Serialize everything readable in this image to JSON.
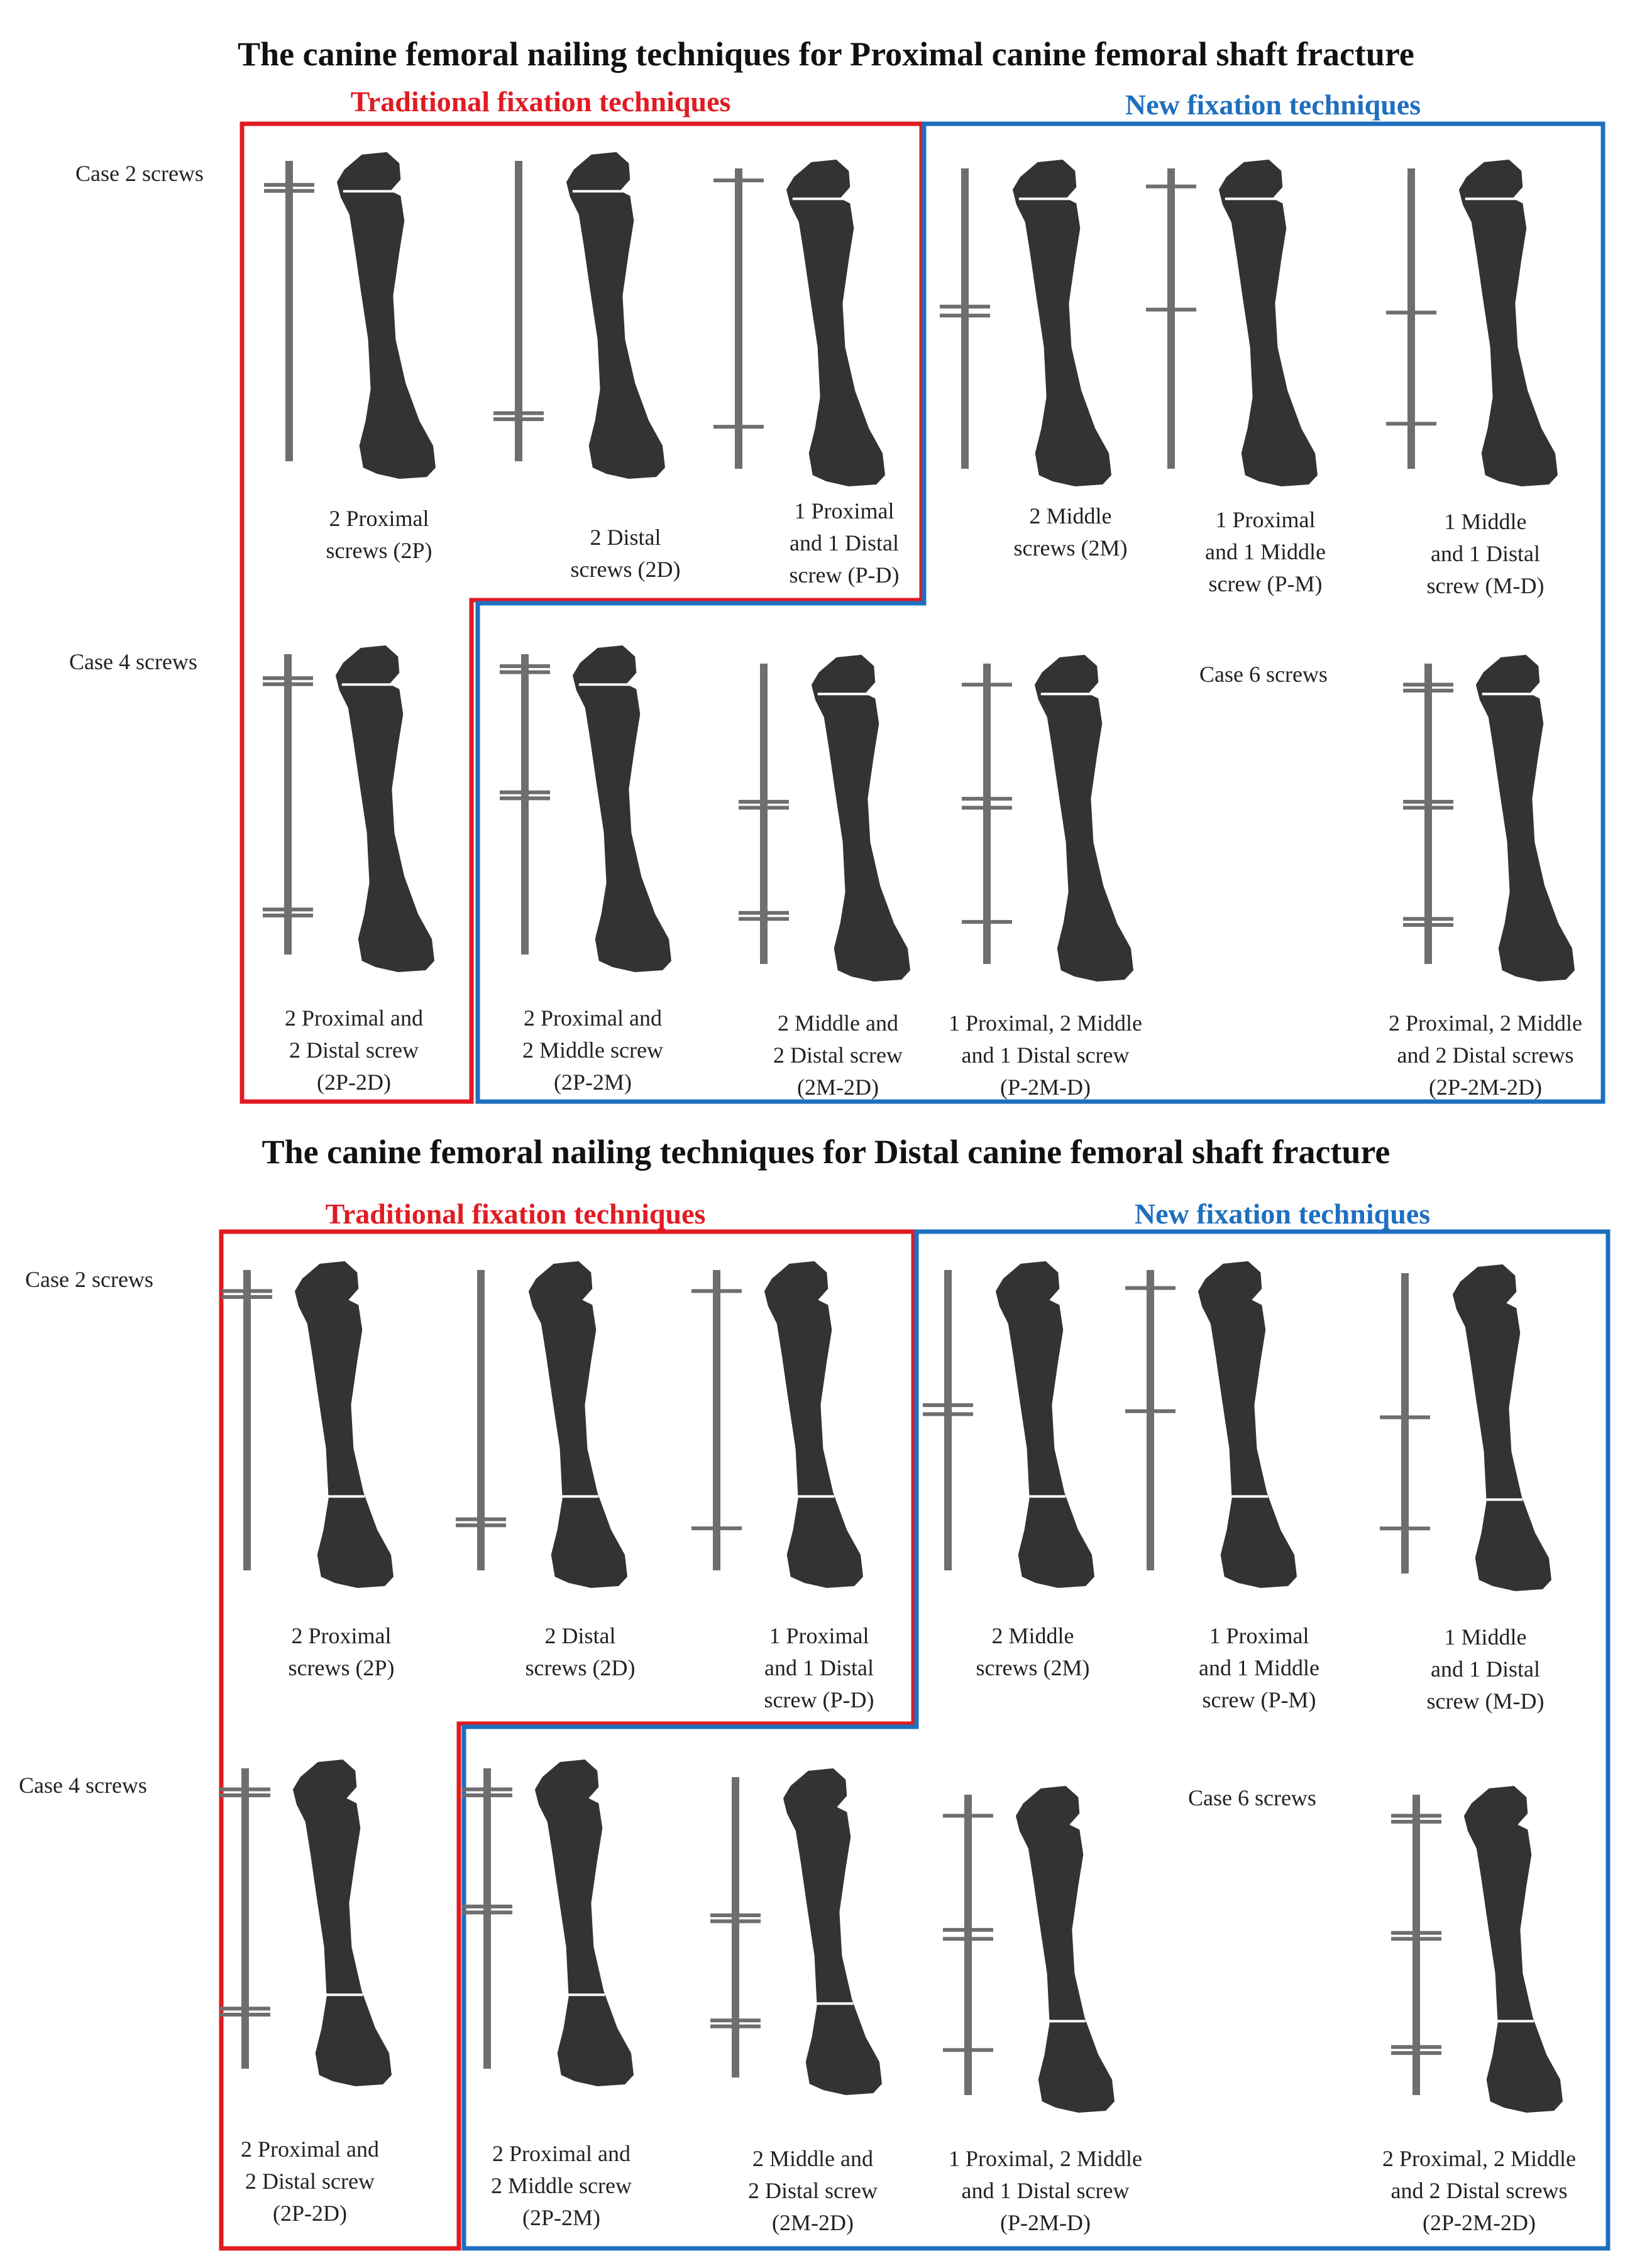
{
  "colors": {
    "traditional": "#e11b22",
    "new": "#1f6fbf",
    "bone": "#333333",
    "nail": "#6e6e6e",
    "fracture": "#ffffff"
  },
  "sections": [
    {
      "title": "The canine femoral nailing techniques for Proximal canine femoral shaft fracture",
      "traditional_label": "Traditional fixation techniques",
      "new_label": "New fixation techniques",
      "case_2_label": "Case 2 screws",
      "case_4_label": "Case 4 screws",
      "case_6_label": "Case 6 screws",
      "fracture": 0.12,
      "configs": [
        {
          "caption": "2 Proximal\nscrews (2P)",
          "screws": [
            0.08,
            0.1
          ]
        },
        {
          "caption": "2 Distal\nscrews (2D)",
          "screws": [
            0.84,
            0.86
          ]
        },
        {
          "caption": "1 Proximal\nand 1 Distal\nscrew (P-D)",
          "screws": [
            0.04,
            0.86
          ]
        },
        {
          "caption": "2 Middle\nscrews (2M)",
          "screws": [
            0.46,
            0.49
          ]
        },
        {
          "caption": "1 Proximal\nand 1 Middle\nscrew (P-M)",
          "screws": [
            0.06,
            0.47
          ]
        },
        {
          "caption": "1 Middle\nand 1 Distal\nscrew (M-D)",
          "screws": [
            0.48,
            0.85
          ]
        },
        {
          "caption": "2 Proximal and\n2 Distal screw\n(2P-2D)",
          "screws": [
            0.08,
            0.1,
            0.85,
            0.87
          ]
        },
        {
          "caption": "2 Proximal and\n2 Middle screw\n(2P-2M)",
          "screws": [
            0.04,
            0.06,
            0.46,
            0.48
          ]
        },
        {
          "caption": "2 Middle and\n2 Distal screw\n(2M-2D)",
          "screws": [
            0.46,
            0.48,
            0.83,
            0.85
          ]
        },
        {
          "caption": "1 Proximal, 2 Middle\nand 1 Distal screw\n(P-2M-D)",
          "screws": [
            0.07,
            0.45,
            0.48,
            0.86
          ]
        },
        {
          "caption": "2 Proximal, 2 Middle\nand 2 Distal screws\n(2P-2M-2D)",
          "screws": [
            0.07,
            0.09,
            0.46,
            0.48,
            0.85,
            0.87
          ]
        }
      ]
    },
    {
      "title": "The canine femoral nailing techniques for Distal canine femoral shaft fracture",
      "traditional_label": "Traditional fixation techniques",
      "new_label": "New fixation techniques",
      "case_2_label": "Case 2 screws",
      "case_4_label": "Case 4 screws",
      "case_6_label": "Case 6 screws",
      "fracture": 0.72,
      "configs": [
        {
          "caption": "2 Proximal\nscrews (2P)",
          "screws": [
            0.07,
            0.09
          ]
        },
        {
          "caption": "2 Distal\nscrews (2D)",
          "screws": [
            0.83,
            0.85
          ]
        },
        {
          "caption": "1 Proximal\nand 1 Distal\nscrew (P-D)",
          "screws": [
            0.07,
            0.86
          ]
        },
        {
          "caption": "2 Middle\nscrews (2M)",
          "screws": [
            0.45,
            0.48
          ]
        },
        {
          "caption": "1 Proximal\nand 1 Middle\nscrew (P-M)",
          "screws": [
            0.06,
            0.47
          ]
        },
        {
          "caption": "1 Middle\nand 1 Distal\nscrew (M-D)",
          "screws": [
            0.48,
            0.85
          ]
        },
        {
          "caption": "2 Proximal and\n2 Distal screw\n(2P-2D)",
          "screws": [
            0.07,
            0.09,
            0.8,
            0.82
          ]
        },
        {
          "caption": "2 Proximal and\n2 Middle screw\n(2P-2M)",
          "screws": [
            0.07,
            0.09,
            0.46,
            0.48
          ]
        },
        {
          "caption": "2 Middle and\n2 Distal screw\n(2M-2D)",
          "screws": [
            0.46,
            0.48,
            0.81,
            0.83
          ]
        },
        {
          "caption": "1 Proximal, 2 Middle\nand 1 Distal screw\n(P-2M-D)",
          "screws": [
            0.07,
            0.45,
            0.48,
            0.85
          ]
        },
        {
          "caption": "2 Proximal, 2 Middle\nand 2 Distal screws\n(2P-2M-2D)",
          "screws": [
            0.07,
            0.09,
            0.46,
            0.48,
            0.84,
            0.86
          ]
        }
      ]
    }
  ]
}
